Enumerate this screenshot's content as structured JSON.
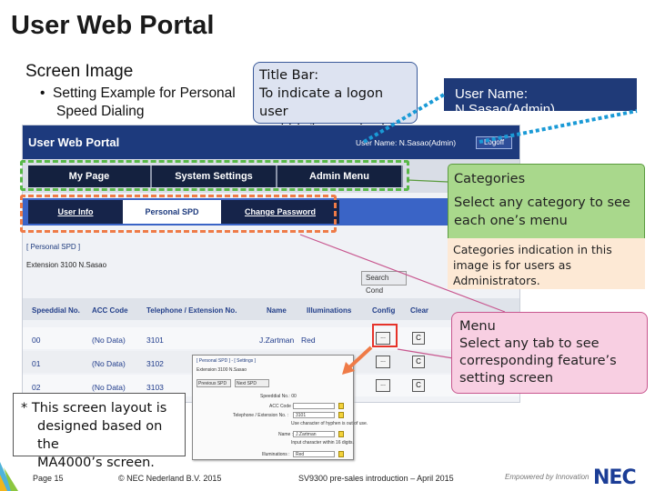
{
  "slide": {
    "title": "User Web Portal",
    "screen_image_label": "Screen Image",
    "bullet_line1": "Setting Example for Personal",
    "bullet_line2": "Speed Dialing"
  },
  "callouts": {
    "titlebar_line1": "Title Bar:",
    "titlebar_line2": "To indicate a logon user",
    "titlebar_line3": "and his/her authority",
    "user_name_zoom": "User Name: N.Sasao(Admin)",
    "categories_title": "Categories",
    "categories_line1": "Select any category to see",
    "categories_line2": "each one’s menu",
    "admin_line1": "Categories indication in this",
    "admin_line2": "image is for users as",
    "admin_line3": "Administrators.",
    "menu_title": "Menu",
    "menu_line1": "Select any tab to see",
    "menu_line2": "corresponding feature’s",
    "menu_line3": "setting screen",
    "note_line1": "* This screen layout is",
    "note_line2": "designed based on the",
    "note_line3": "MA4000’s screen."
  },
  "screen": {
    "app_title": "User Web Portal",
    "user_name": "User Name: N.Sasao(Admin)",
    "logoff": "Logoff",
    "categories": [
      "My Page",
      "System Settings",
      "Admin Menu"
    ],
    "menu_tabs": [
      "User Info",
      "Personal SPD",
      "Change Password"
    ],
    "section_label": "[ Personal SPD ]",
    "extension_info": "Extension 3100   N.Sasao",
    "search_button": "Search Cond",
    "columns": [
      "Speeddial No.",
      "ACC Code",
      "Telephone / Extension No.",
      "Name",
      "Illuminations",
      "Config",
      "Clear"
    ],
    "rows": [
      {
        "no": "00",
        "acc": "(No Data)",
        "tel": "3101",
        "name": "J.Zartman",
        "illum": "Red",
        "cfg": "...",
        "clr": "C"
      },
      {
        "no": "01",
        "acc": "(No Data)",
        "tel": "3102",
        "name": "",
        "illum": "",
        "cfg": "...",
        "clr": "C"
      },
      {
        "no": "02",
        "acc": "(No Data)",
        "tel": "3103",
        "name": "",
        "illum": "",
        "cfg": "...",
        "clr": "C"
      }
    ]
  },
  "popup": {
    "header": "[ Personal SPD ] - [ Settings ]",
    "ext": "Extension 3100   N.Sasao",
    "btn_prev": "Previous SPD",
    "btn_next": "Next SPD",
    "spd_label": "Speeddial No.: 00",
    "acc_label": "ACC Code :",
    "tel_label": "Telephone / Extension No. :",
    "tel_value": "3101",
    "tel_hint": "Use character of hyphen is out of use.",
    "name_label": "Name :",
    "name_value": "J.Zartman",
    "name_hint": "Input character within 16 digits.",
    "illum_label": "Illuminations :",
    "illum_value": "Red"
  },
  "footer": {
    "page": "Page 15",
    "copyright": "© NEC Nederland B.V. 2015",
    "center": "SV9300 pre-sales introduction – April 2015",
    "tagline": "Empowered by Innovation",
    "logo": "NEC"
  },
  "colors": {
    "title_bar": "#1d3a7d",
    "category_tab": "#14213f",
    "menu_bar": "#3a64c6",
    "green_callout": "#a9d88c",
    "pink_callout": "#f8cfe2",
    "orange_frame": "#ef7b47",
    "green_frame": "#58b848"
  }
}
